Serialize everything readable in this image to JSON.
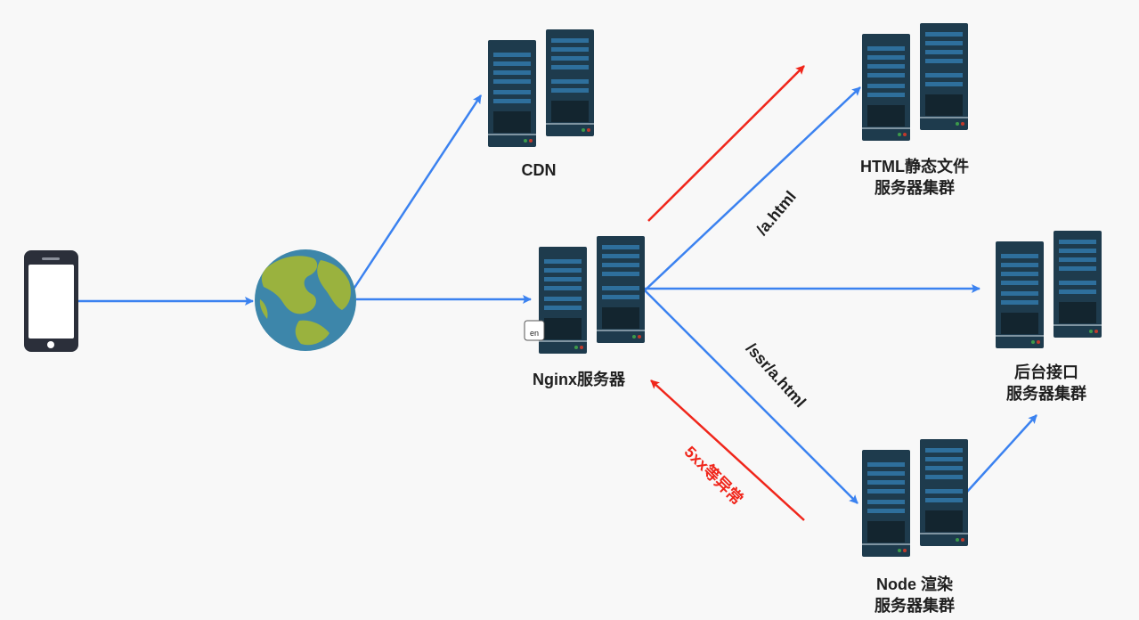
{
  "nodes": {
    "cdn": {
      "label": "CDN"
    },
    "nginx": {
      "label": "Nginx服务器",
      "badge": "en"
    },
    "html_cluster": {
      "line1": "HTML静态文件",
      "line2": "服务器集群"
    },
    "backend": {
      "line1": "后台接口",
      "line2": "服务器集群"
    },
    "node_cluster": {
      "line1": "Node 渲染",
      "line2": "服务器集群"
    }
  },
  "edges": {
    "html_path": "/a.html",
    "ssr_path": "/ssr/a.html",
    "error": "5xx等异常"
  },
  "colors": {
    "flow": "#3b82f0",
    "error": "#f0261b",
    "server_dark": "#1e3b4d",
    "server_slot": "#2e6f9c",
    "globe_ocean": "#3d86aa",
    "globe_land": "#9ab23e"
  },
  "icons": [
    "phone-icon",
    "globe-icon",
    "server-icon"
  ]
}
